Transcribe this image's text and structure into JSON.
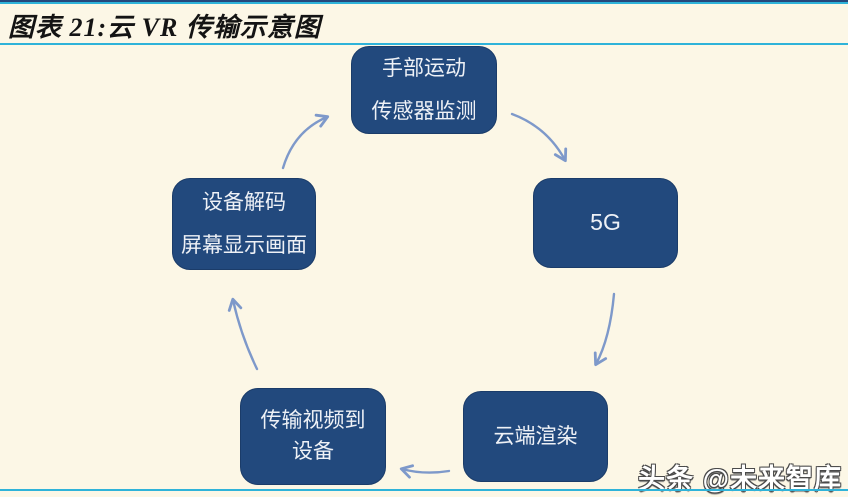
{
  "title": "图表 21:云 VR 传输示意图",
  "watermark": "头条 @未来智库",
  "colors": {
    "background": "#fcf7e6",
    "node_fill": "#22497d",
    "node_text": "#eef1f6",
    "arrow": "#7e99ca",
    "rule_cyan": "#2fb3d9",
    "rule_navy": "#24477b",
    "title_text": "#141414"
  },
  "diagram": {
    "type": "cycle",
    "nodes": [
      {
        "id": "sensor",
        "label": "手部运动 传感器监测",
        "lines": [
          "手部运动",
          "传感器监测"
        ]
      },
      {
        "id": "5g",
        "label": "5G",
        "lines": [
          "5G"
        ]
      },
      {
        "id": "cloud",
        "label": "云端渲染",
        "lines": [
          "云端渲染"
        ]
      },
      {
        "id": "transmit",
        "label": "传输视频到设备",
        "lines": [
          "传输视频到设备"
        ]
      },
      {
        "id": "decode",
        "label": "设备解码 屏幕显示画面",
        "lines": [
          "设备解码",
          "屏幕显示画面"
        ]
      }
    ],
    "edges": [
      {
        "from": "decode",
        "to": "sensor"
      },
      {
        "from": "sensor",
        "to": "5g"
      },
      {
        "from": "5g",
        "to": "cloud"
      },
      {
        "from": "cloud",
        "to": "transmit"
      },
      {
        "from": "transmit",
        "to": "decode"
      }
    ]
  }
}
